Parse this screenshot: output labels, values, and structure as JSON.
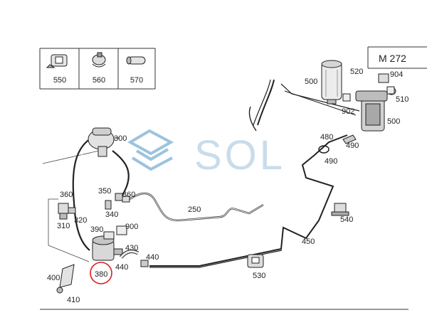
{
  "model_box": {
    "label": "M 272"
  },
  "legend": [
    {
      "label": "550",
      "icon": "bracket-clip-icon"
    },
    {
      "label": "560",
      "icon": "hose-clamp-icon"
    },
    {
      "label": "570",
      "icon": "hose-sleeve-icon"
    }
  ],
  "watermark": {
    "text": "SOL"
  },
  "callouts": [
    {
      "id": "c300",
      "label": "300"
    },
    {
      "id": "c500a",
      "label": "500"
    },
    {
      "id": "c520",
      "label": "520"
    },
    {
      "id": "c904",
      "label": "904"
    },
    {
      "id": "c510",
      "label": "510"
    },
    {
      "id": "c902",
      "label": "902"
    },
    {
      "id": "c500b",
      "label": "500"
    },
    {
      "id": "c480",
      "label": "480"
    },
    {
      "id": "c490a",
      "label": "490"
    },
    {
      "id": "c490b",
      "label": "490"
    },
    {
      "id": "c360a",
      "label": "360"
    },
    {
      "id": "c350",
      "label": "350"
    },
    {
      "id": "c360b",
      "label": "360"
    },
    {
      "id": "c340",
      "label": "340"
    },
    {
      "id": "c250",
      "label": "250"
    },
    {
      "id": "c320",
      "label": "320"
    },
    {
      "id": "c310",
      "label": "310"
    },
    {
      "id": "c390",
      "label": "390"
    },
    {
      "id": "c900",
      "label": "900"
    },
    {
      "id": "c430",
      "label": "430"
    },
    {
      "id": "c440a",
      "label": "440"
    },
    {
      "id": "c440b",
      "label": "440"
    },
    {
      "id": "c380",
      "label": "380"
    },
    {
      "id": "c400",
      "label": "400"
    },
    {
      "id": "c410",
      "label": "410"
    },
    {
      "id": "c540",
      "label": "540"
    },
    {
      "id": "c450",
      "label": "450"
    },
    {
      "id": "c530",
      "label": "530"
    }
  ],
  "highlight": {
    "label": "380",
    "color": "#d62020"
  },
  "colors": {
    "line": "#222222",
    "watermark_blue": "#8ab8d6",
    "watermark_text": "#c9dcea"
  }
}
